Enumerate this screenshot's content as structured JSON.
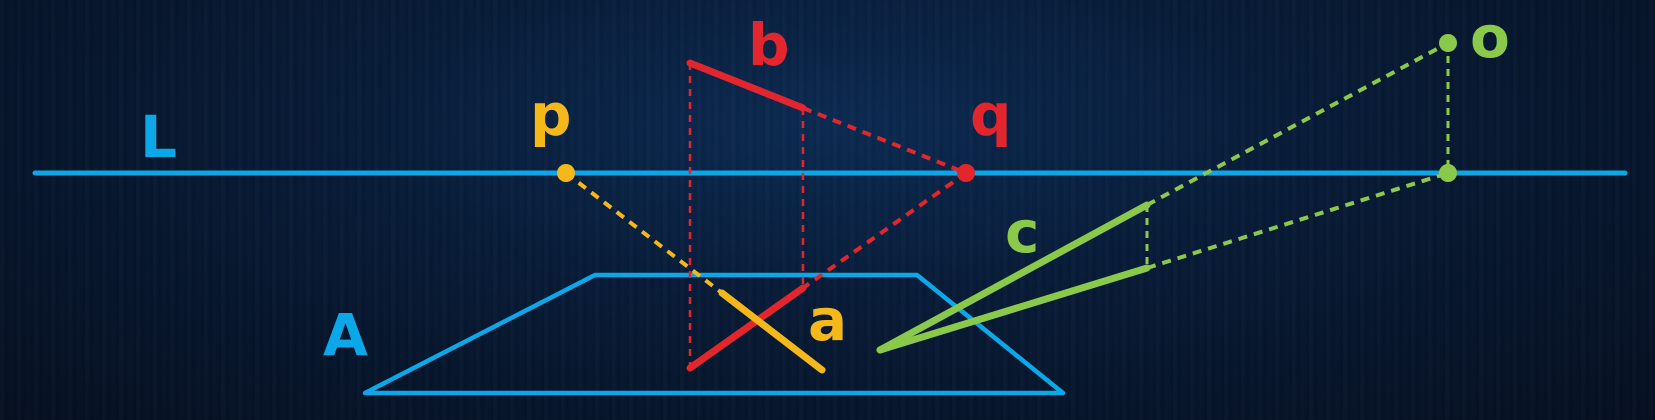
{
  "labels": {
    "line_L": "L",
    "point_p": "p",
    "point_q": "q",
    "point_o": "o",
    "segment_b": "b",
    "segment_a": "a",
    "segment_c": "c",
    "plane_A": "A"
  },
  "colors": {
    "background": "#061428",
    "blue": "#0aa8e8",
    "red": "#e3262d",
    "yellow": "#f5b81a",
    "green": "#8bc94a"
  }
}
